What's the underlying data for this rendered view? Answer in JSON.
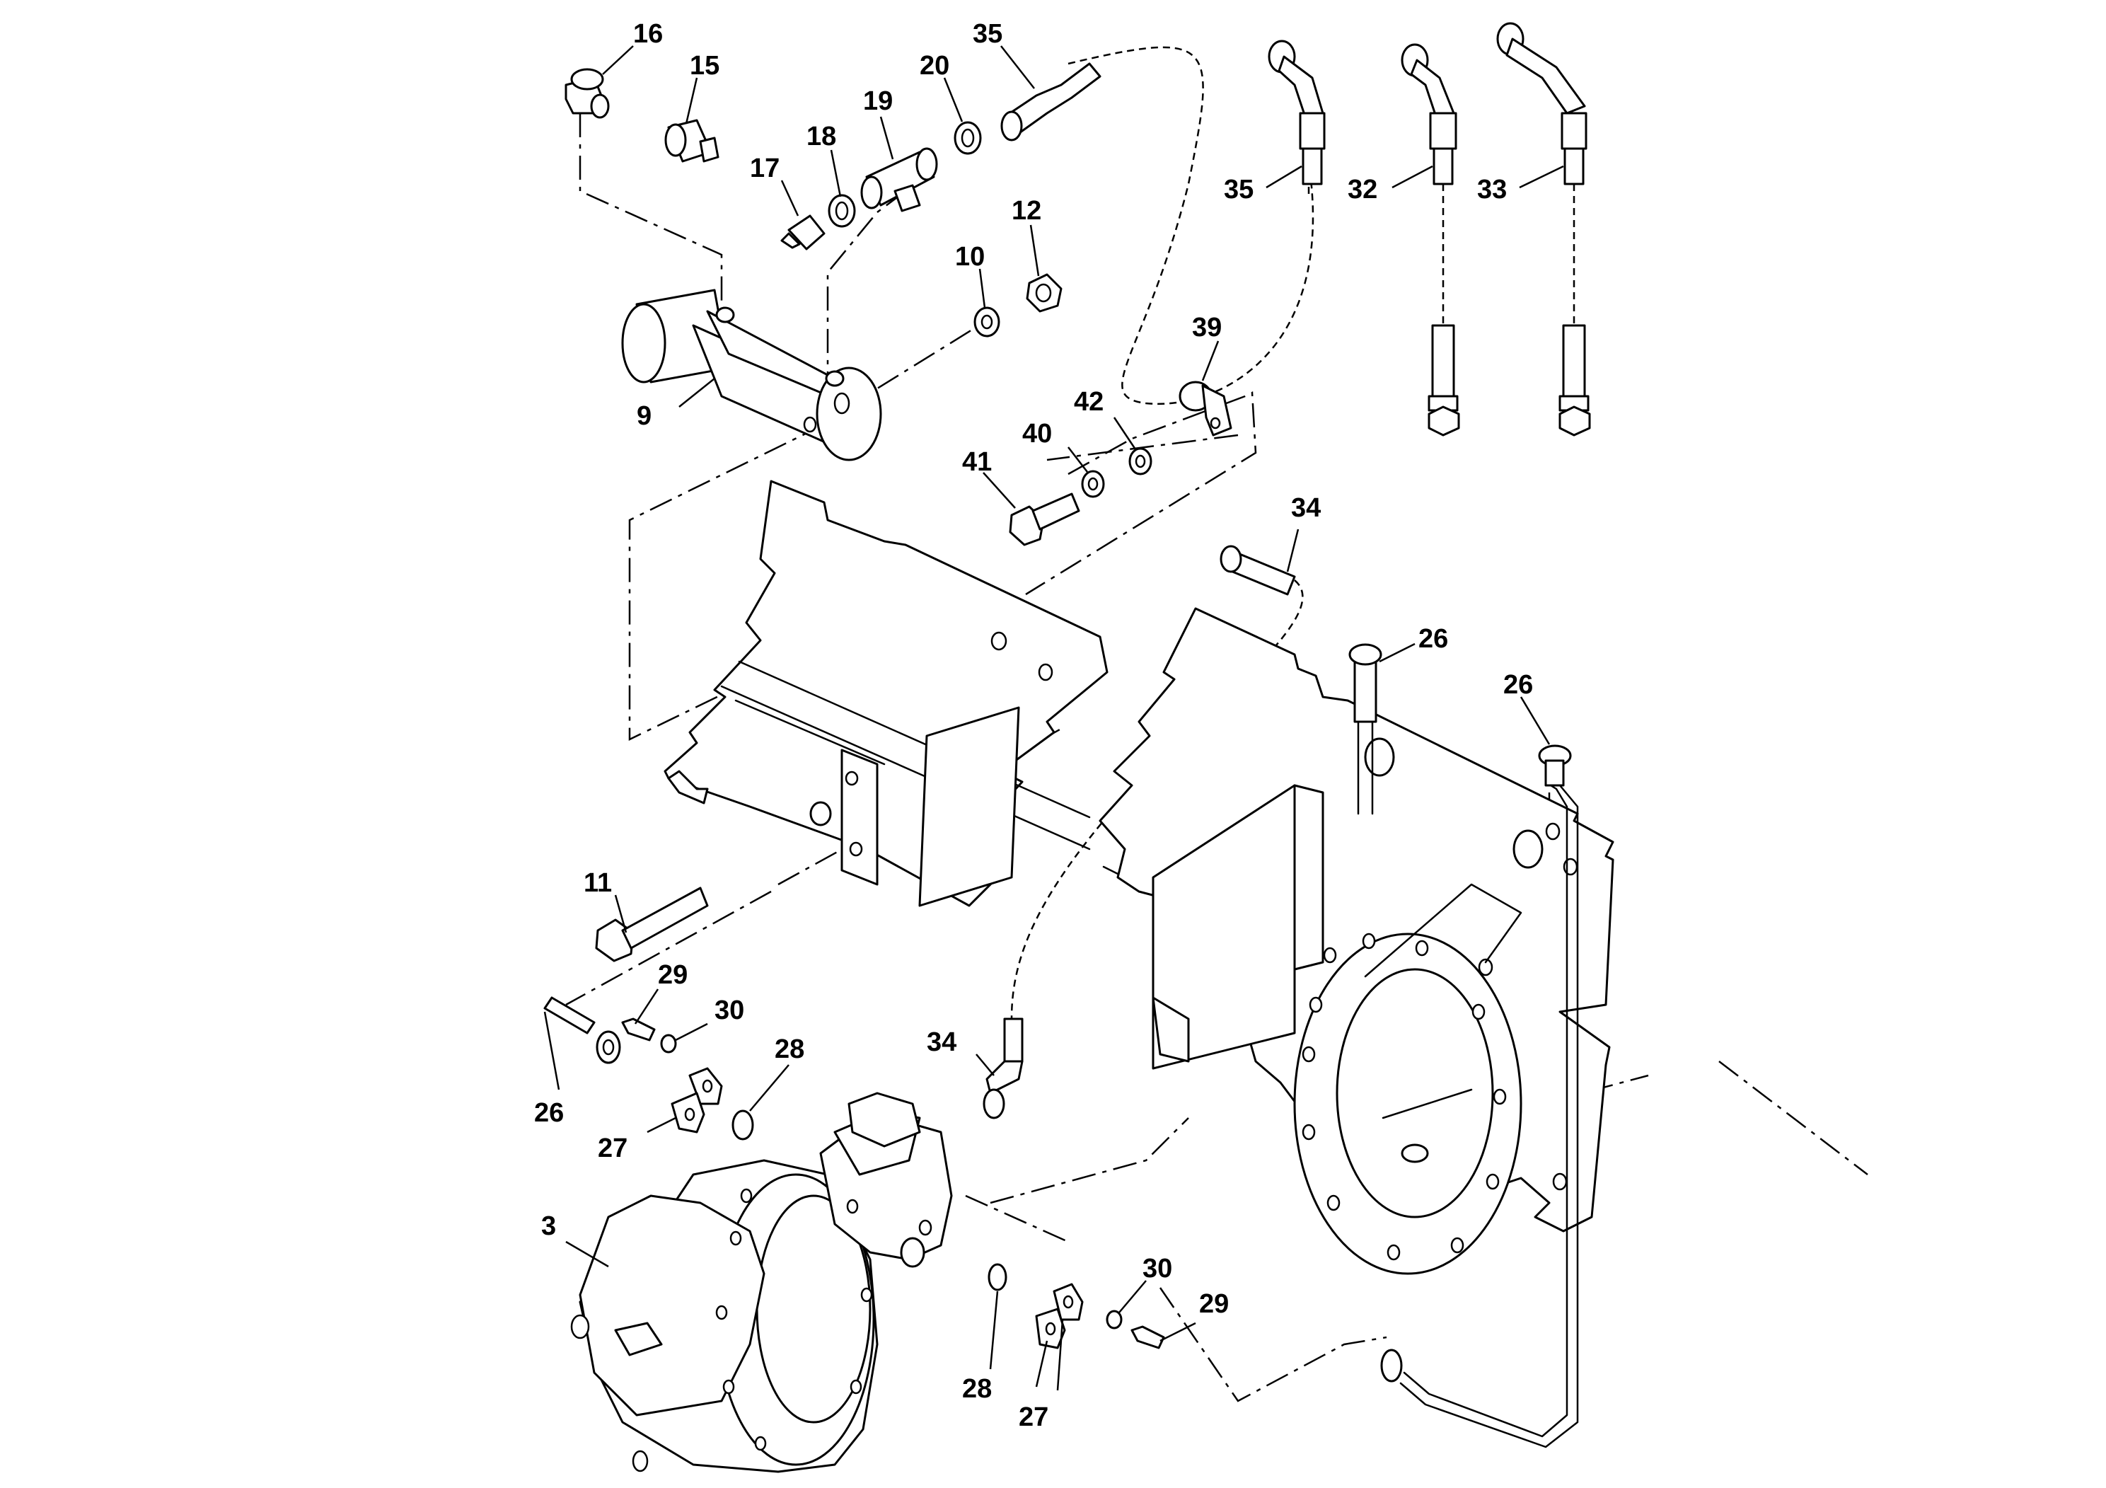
{
  "callouts": {
    "c3": "3",
    "c9": "9",
    "c10": "10",
    "c11": "11",
    "c12": "12",
    "c15": "15",
    "c16": "16",
    "c17": "17",
    "c18": "18",
    "c19": "19",
    "c20": "20",
    "c26a": "26",
    "c26b": "26",
    "c26c": "26",
    "c27a": "27",
    "c27b": "27",
    "c28a": "28",
    "c28b": "28",
    "c29a": "29",
    "c29b": "29",
    "c30a": "30",
    "c30b": "30",
    "c32": "32",
    "c33": "33",
    "c34a": "34",
    "c34b": "34",
    "c35a": "35",
    "c35b": "35",
    "c39": "39",
    "c40": "40",
    "c41": "41",
    "c42": "42"
  }
}
